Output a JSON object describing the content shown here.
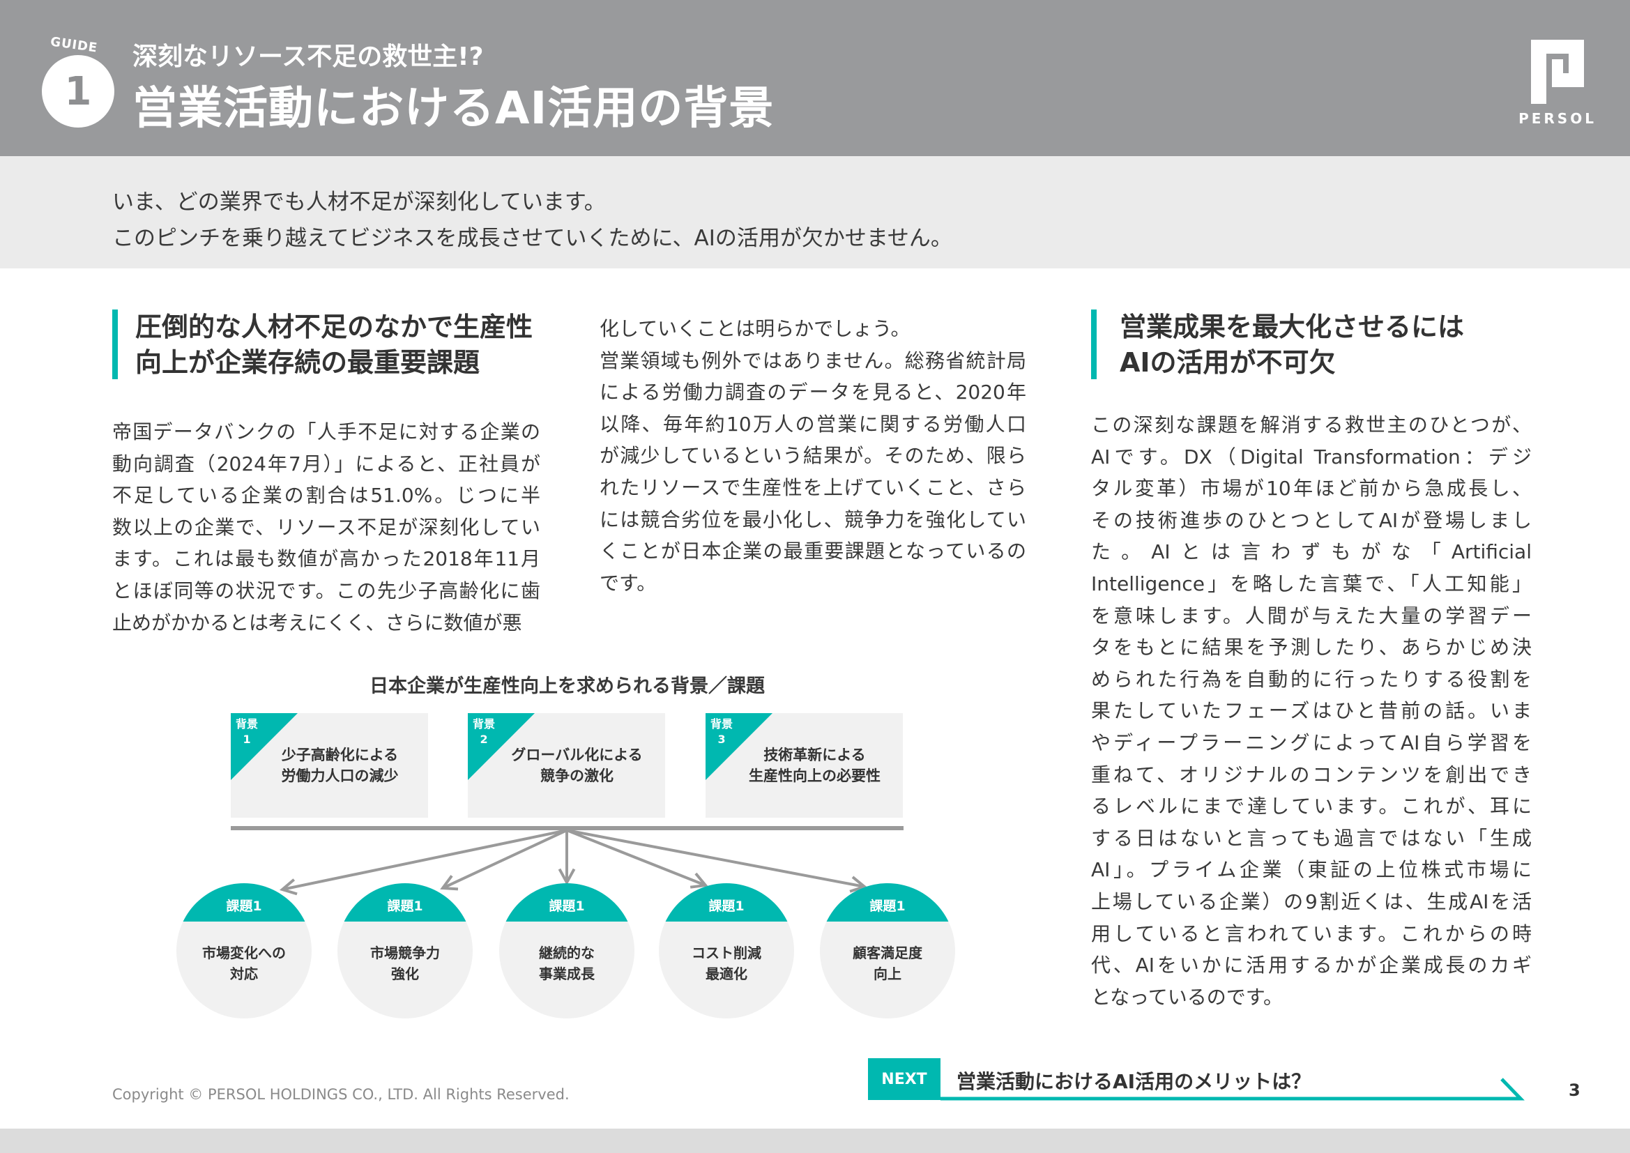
{
  "header": {
    "guide_label": "GUIDE",
    "guide_number": "1",
    "subtitle": "深刻なリソース不足の救世主!?",
    "title": "営業活動におけるAI活用の背景",
    "logo_text": "PERSOL"
  },
  "intro": {
    "lines": [
      "いま、どの業界でも人材不足が深刻化しています。",
      "このピンチを乗り越えてビジネスを成長させていくために、AIの活用が欠かせません。"
    ]
  },
  "left": {
    "heading": [
      "圧倒的な人材不足のなかで生産性",
      "向上が企業存続の最重要課題"
    ],
    "lines": [
      "帝国データバンクの「人手不足に対する企業の",
      "動向調査（2024年7月）」によると、正社員が",
      "不足している企業の割合は51.0%。じつに半",
      "数以上の企業で、リソース不足が深刻化してい",
      "ます。これは最も数値が高かった2018年11月",
      "とほぼ同等の状況です。この先少子高齢化に歯",
      "止めがかかるとは考えにくく、さらに数値が悪"
    ]
  },
  "middle": {
    "lines": [
      "化していくことは明らかでしょう。",
      "営業領域も例外ではありません。総務省統計局",
      "による労働力調査のデータを見ると、2020年",
      "以降、毎年約10万人の営業に関する労働人口",
      "が減少しているという結果が。そのため、限ら",
      "れたリソースで生産性を上げていくこと、さら",
      "には競合劣位を最小化し、競争力を強化してい",
      "くことが日本企業の最重要課題となっているの",
      "です。"
    ],
    "para_ends": [
      0,
      8
    ]
  },
  "right": {
    "heading": [
      "営業成果を最大化させるには",
      "AIの活用が不可欠"
    ],
    "lines": [
      "この深刻な課題を解消する救世主のひとつが、",
      "AIです。DX（Digital Transformation：デジ",
      "タル変革）市場が10年ほど前から急成長し、",
      "その技術進歩のひとつとしてAIが登場しまし",
      "た。AIとは言わずもがな「Artificial",
      "Intelligence」を略した言葉で、「人工知能」",
      "を意味します。人間が与えた大量の学習デー",
      "タをもとに結果を予測したり、あらかじめ決",
      "められた行為を自動的に行ったりする役割を",
      "果たしていたフェーズはひと昔前の話。いま",
      "やディープラーニングによってAI自ら学習を",
      "重ねて、オリジナルのコンテンツを創出でき",
      "るレベルにまで達しています。これが、耳に",
      "する日はないと言っても過言ではない「生成",
      "AI」。プライム企業（東証の上位株式市場に",
      "上場している企業）の9割近くは、生成AIを活",
      "用していると言われています。これからの時",
      "代、AIをいかに活用するかが企業成長のカギ",
      "となっているのです。"
    ],
    "para_ends": [
      18
    ]
  },
  "diagram": {
    "title": "日本企業が生産性向上を求められる背景／課題",
    "backgrounds": [
      {
        "tag": "背景",
        "num": "1",
        "line1": "少子高齢化による",
        "line2": "労働力人口の減少"
      },
      {
        "tag": "背景",
        "num": "2",
        "line1": "グローバル化による",
        "line2": "競争の激化"
      },
      {
        "tag": "背景",
        "num": "3",
        "line1": "技術革新による",
        "line2": "生産性向上の必要性"
      }
    ],
    "issues": [
      {
        "tag": "課題1",
        "line1": "市場変化への",
        "line2": "対応"
      },
      {
        "tag": "課題1",
        "line1": "市場競争力",
        "line2": "強化"
      },
      {
        "tag": "課題1",
        "line1": "継続的な",
        "line2": "事業成長"
      },
      {
        "tag": "課題1",
        "line1": "コスト削減",
        "line2": "最適化"
      },
      {
        "tag": "課題1",
        "line1": "顧客満足度",
        "line2": "向上"
      }
    ]
  },
  "footer": {
    "next_label": "NEXT",
    "next_text": "営業活動におけるAI活用のメリットは？",
    "copyright": "Copyright © PERSOL HOLDINGS CO., LTD. All Rights Reserved.",
    "page_number": "3"
  },
  "colors": {
    "accent": "#00b8b0",
    "header_bg": "#999a9c",
    "intro_bg": "#ebebeb"
  }
}
